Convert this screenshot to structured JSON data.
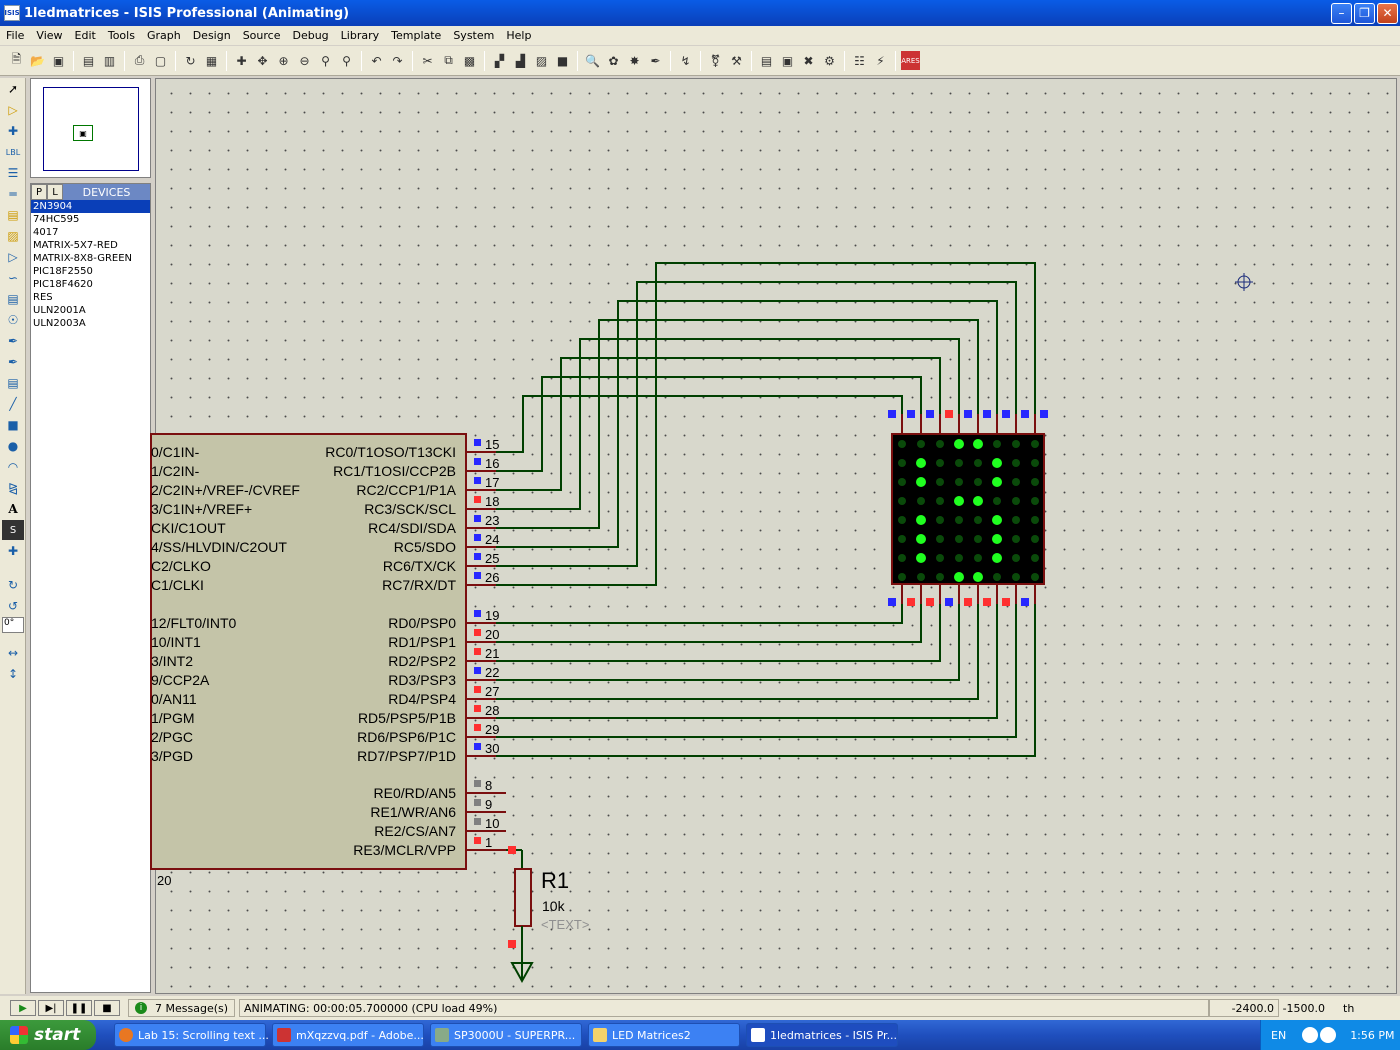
{
  "window": {
    "title": "1ledmatrices - ISIS Professional (Animating)",
    "app_icon": "ISIS"
  },
  "menu": [
    "File",
    "View",
    "Edit",
    "Tools",
    "Graph",
    "Design",
    "Source",
    "Debug",
    "Library",
    "Template",
    "System",
    "Help"
  ],
  "devices": {
    "tab_p": "P",
    "tab_l": "L",
    "header": "DEVICES",
    "items": [
      "2N3904",
      "74HC595",
      "4017",
      "MATRIX-5X7-RED",
      "MATRIX-8X8-GREEN",
      "PIC18F2550",
      "PIC18F4620",
      "RES",
      "ULN2001A",
      "ULN2003A"
    ],
    "selected_index": 0
  },
  "left_tools": {
    "rotation_value": "0°"
  },
  "schematic": {
    "mcu_left_pins": [
      "0/C1IN-",
      "1/C2IN-",
      "2/C2IN+/VREF-/CVREF",
      "3/C1IN+/VREF+",
      "CKI/C1OUT",
      "4/SS/HLVDIN/C2OUT",
      "C2/CLKO",
      "C1/CLKI",
      "12/FLT0/INT0",
      "10/INT1",
      "3/INT2",
      "9/CCP2A",
      "0/AN11",
      "1/PGM",
      "2/PGC",
      "3/PGD"
    ],
    "mcu_rc_pins": [
      {
        "name": "RC0/T1OSO/T13CKI",
        "num": "15",
        "state": "low"
      },
      {
        "name": "RC1/T1OSI/CCP2B",
        "num": "16",
        "state": "low"
      },
      {
        "name": "RC2/CCP1/P1A",
        "num": "17",
        "state": "low"
      },
      {
        "name": "RC3/SCK/SCL",
        "num": "18",
        "state": "high"
      },
      {
        "name": "RC4/SDI/SDA",
        "num": "23",
        "state": "low"
      },
      {
        "name": "RC5/SDO",
        "num": "24",
        "state": "low"
      },
      {
        "name": "RC6/TX/CK",
        "num": "25",
        "state": "low"
      },
      {
        "name": "RC7/RX/DT",
        "num": "26",
        "state": "low"
      }
    ],
    "mcu_rd_pins": [
      {
        "name": "RD0/PSP0",
        "num": "19",
        "state": "low"
      },
      {
        "name": "RD1/PSP1",
        "num": "20",
        "state": "high"
      },
      {
        "name": "RD2/PSP2",
        "num": "21",
        "state": "high"
      },
      {
        "name": "RD3/PSP3",
        "num": "22",
        "state": "low"
      },
      {
        "name": "RD4/PSP4",
        "num": "27",
        "state": "high"
      },
      {
        "name": "RD5/PSP5/P1B",
        "num": "28",
        "state": "high"
      },
      {
        "name": "RD6/PSP6/P1C",
        "num": "29",
        "state": "high"
      },
      {
        "name": "RD7/PSP7/P1D",
        "num": "30",
        "state": "low"
      }
    ],
    "mcu_re_pins": [
      {
        "name": "RE0/RD/AN5",
        "num": "8",
        "state": "float"
      },
      {
        "name": "RE1/WR/AN6",
        "num": "9",
        "state": "float"
      },
      {
        "name": "RE2/CS/AN7",
        "num": "10",
        "state": "float"
      },
      {
        "name": "RE3/MCLR/VPP",
        "num": "1",
        "state": "high"
      }
    ],
    "mcu_bottom_label": "20",
    "resistor": {
      "ref": "R1",
      "value": "10k",
      "text": "<TEXT>"
    },
    "matrix_top_pins": [
      "low",
      "low",
      "low",
      "high",
      "low",
      "low",
      "low",
      "low"
    ],
    "matrix_bottom_pins": [
      "low",
      "high",
      "high",
      "low",
      "high",
      "high",
      "high",
      "low"
    ],
    "matrix_leds": [
      [
        0,
        0,
        0,
        1,
        1,
        0,
        0,
        0
      ],
      [
        0,
        1,
        0,
        0,
        0,
        1,
        0,
        0
      ],
      [
        0,
        1,
        0,
        0,
        0,
        1,
        0,
        0
      ],
      [
        0,
        0,
        0,
        1,
        1,
        0,
        0,
        0
      ],
      [
        0,
        1,
        0,
        0,
        0,
        1,
        0,
        0
      ],
      [
        0,
        1,
        0,
        0,
        0,
        1,
        0,
        0
      ],
      [
        0,
        1,
        0,
        0,
        0,
        1,
        0,
        0
      ],
      [
        0,
        0,
        0,
        1,
        1,
        0,
        0,
        0
      ]
    ],
    "colors": {
      "wire": "#004000",
      "component": "#7a0f0f",
      "body": "#c4c4a8",
      "pin_high": "#ff3030",
      "pin_low": "#2828ff",
      "pin_float": "#808080",
      "led_on": "#20ff20",
      "led_off": "#0a4a0a"
    }
  },
  "status": {
    "messages": "7 Message(s)",
    "animation": "ANIMATING: 00:00:05.700000 (CPU load 49%)",
    "coord_x": "-2400.0",
    "coord_y": "-1500.0",
    "unit": "th"
  },
  "taskbar": {
    "start": "start",
    "tasks": [
      {
        "label": "Lab 15: Scrolling text ...",
        "active": false
      },
      {
        "label": "mXqzzvq.pdf - Adobe...",
        "active": false
      },
      {
        "label": "SP3000U - SUPERPR...",
        "active": false
      },
      {
        "label": "LED Matrices2",
        "active": false
      },
      {
        "label": "1ledmatrices - ISIS Pr...",
        "active": true
      }
    ],
    "lang": "EN",
    "clock": "1:56 PM"
  }
}
